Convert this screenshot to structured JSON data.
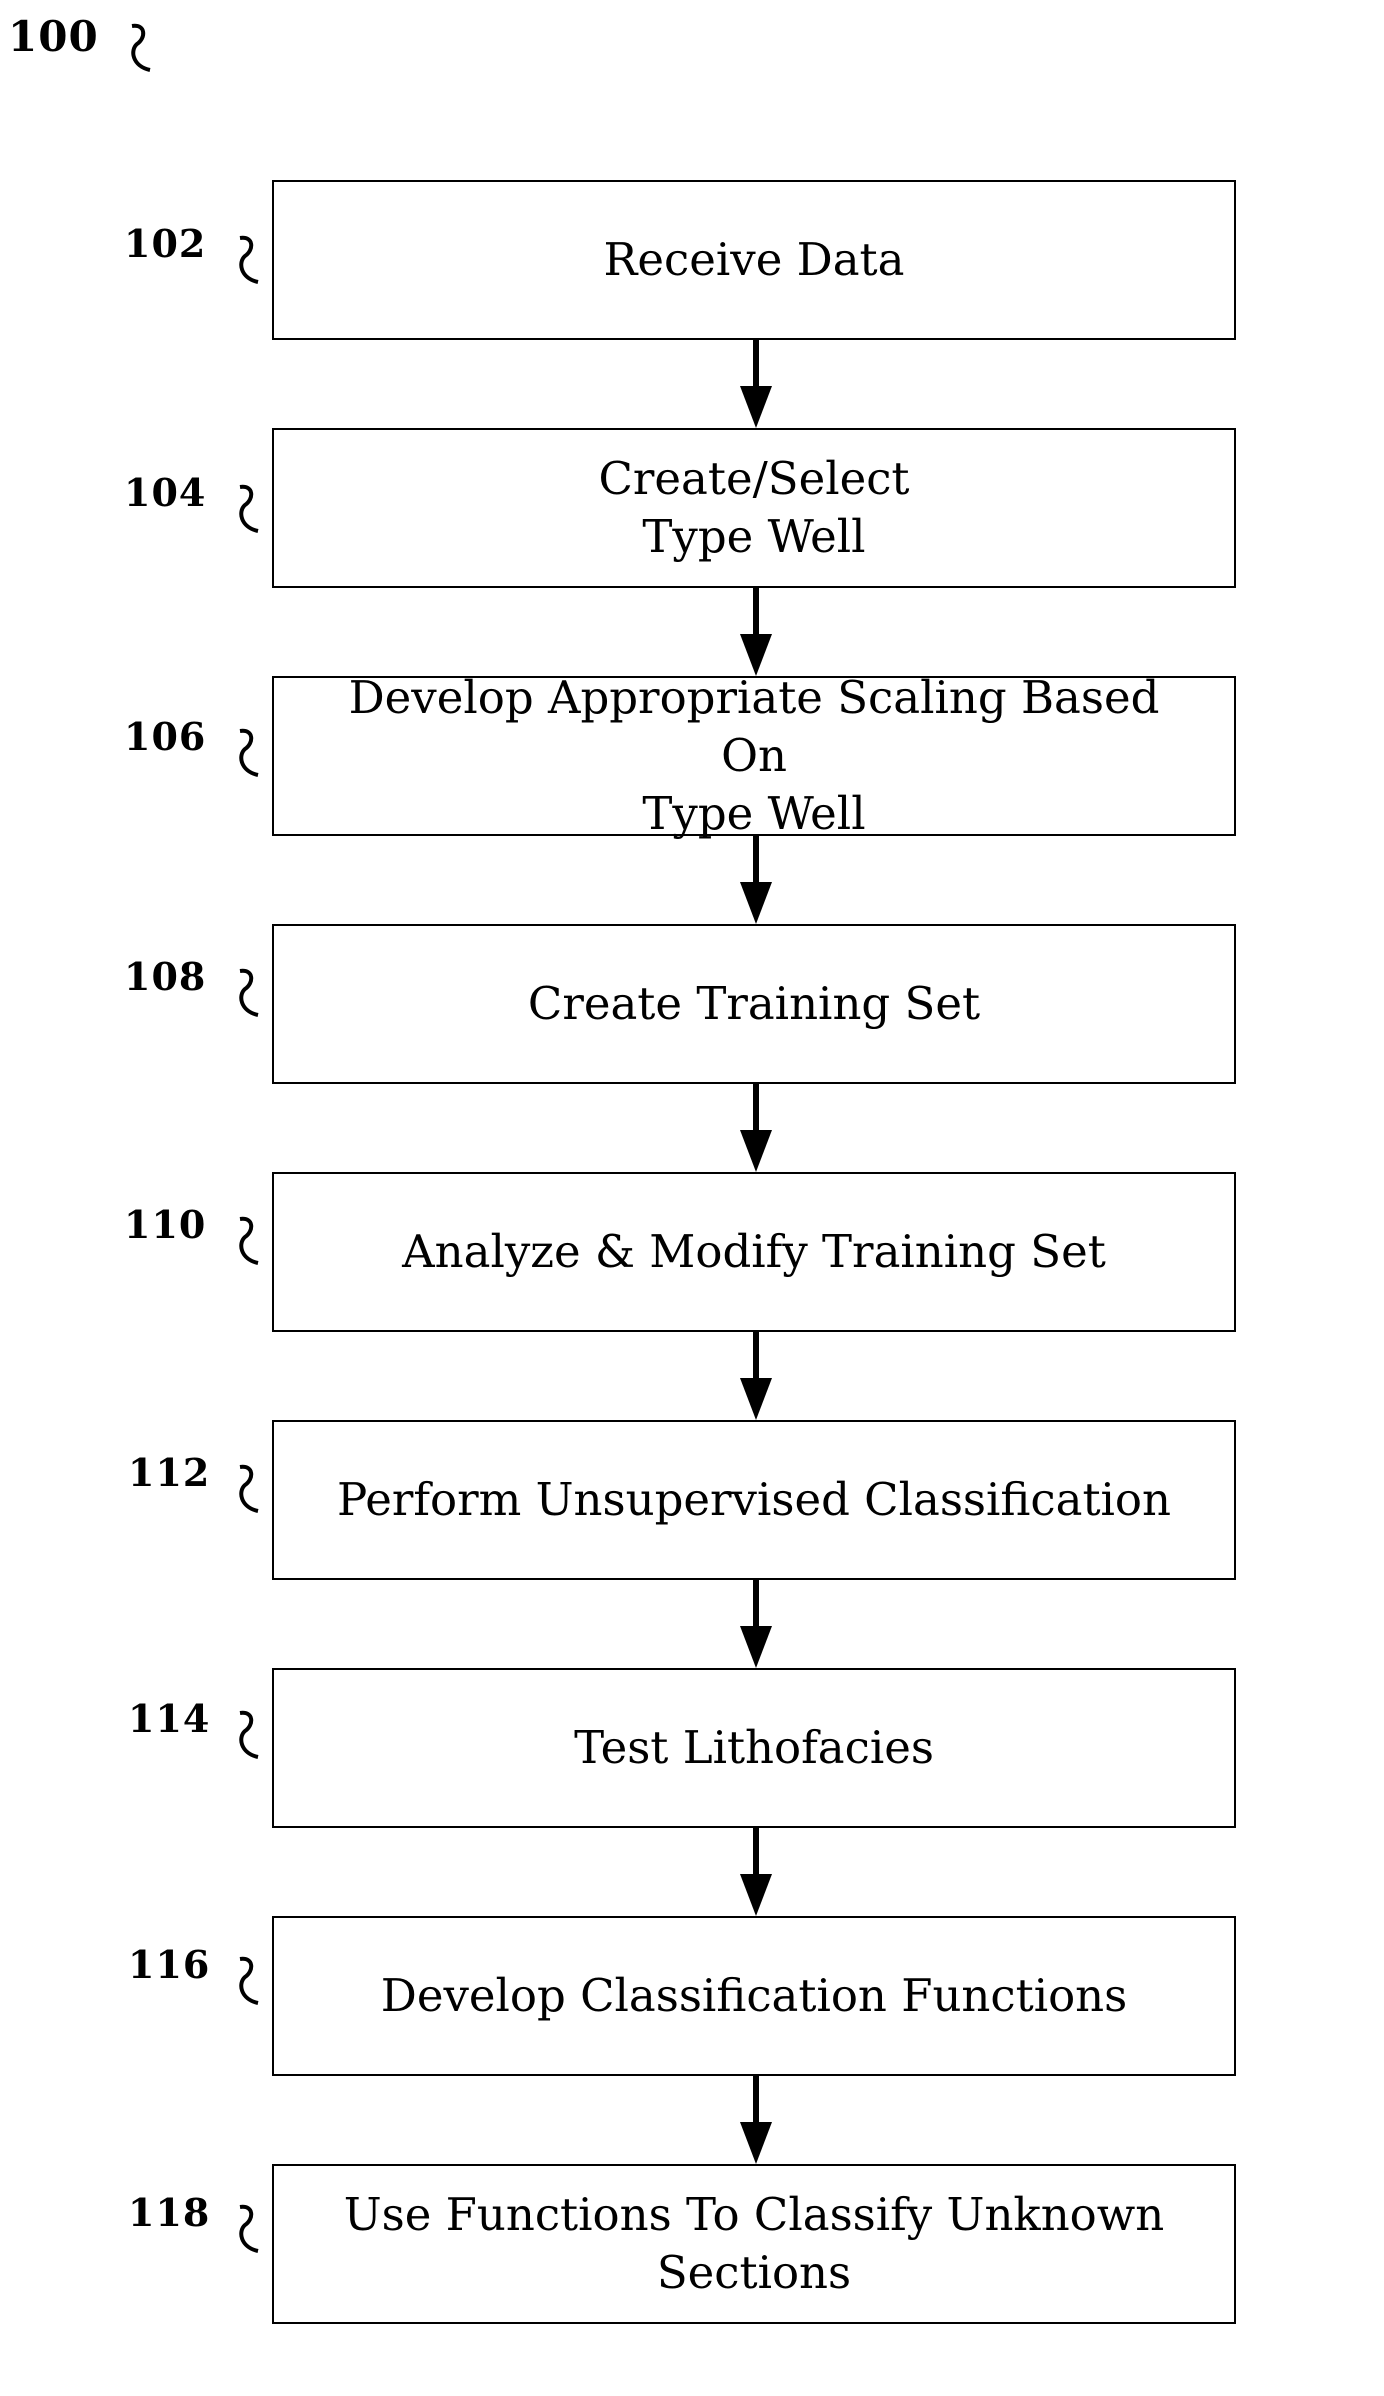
{
  "figure": {
    "label": "100"
  },
  "steps": [
    {
      "ref": "102",
      "text": "Receive Data"
    },
    {
      "ref": "104",
      "text": "Create/Select\nType Well"
    },
    {
      "ref": "106",
      "text": "Develop Appropriate Scaling Based On\nType Well"
    },
    {
      "ref": "108",
      "text": "Create Training Set"
    },
    {
      "ref": "110",
      "text": "Analyze & Modify Training Set"
    },
    {
      "ref": "112",
      "text": "Perform Unsupervised Classification"
    },
    {
      "ref": "114",
      "text": "Test Lithofacies"
    },
    {
      "ref": "116",
      "text": "Develop Classification Functions"
    },
    {
      "ref": "118",
      "text": "Use Functions To Classify Unknown\nSections"
    }
  ]
}
